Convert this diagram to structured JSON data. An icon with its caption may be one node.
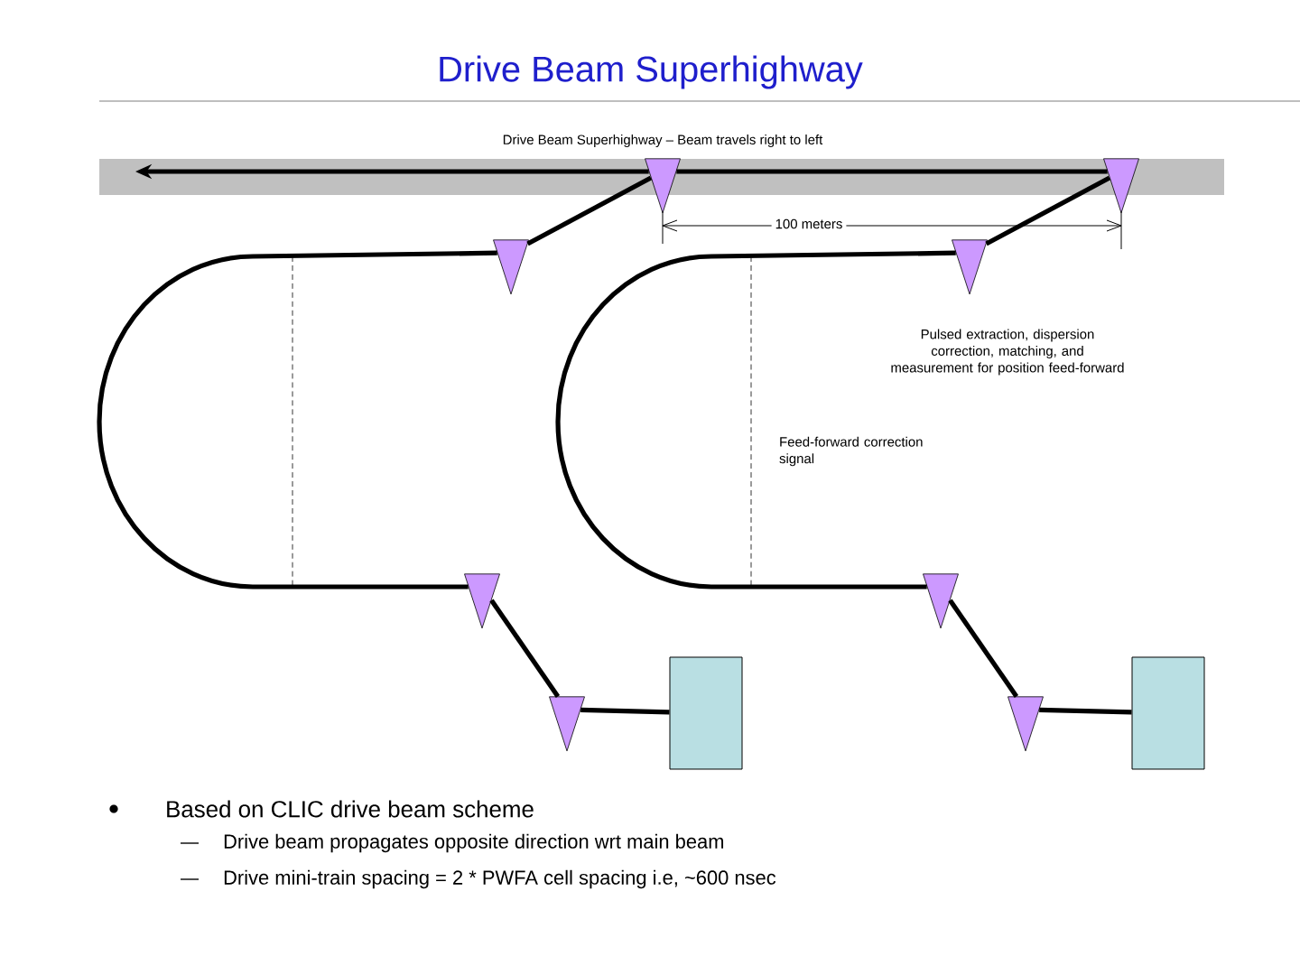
{
  "diagram": {
    "title": "Drive Beam Superhighway",
    "nodes": [
      {
        "text": [],
        "shape": "triangle"
      },
      {
        "text": [],
        "shape": "triangle"
      },
      {
        "text": [],
        "shape": "triangle"
      },
      {
        "text": [],
        "shape": "triangle"
      },
      {
        "text": [],
        "shape": "triangle"
      },
      {
        "text": [],
        "shape": "triangle"
      },
      {
        "text": [],
        "shape": "triangle"
      },
      {
        "text": [],
        "shape": "triangle"
      },
      {
        "text": [],
        "shape": "box"
      },
      {
        "text": [],
        "shape": "box"
      }
    ],
    "edges": [
      {
        "from": 1,
        "to": 0,
        "arrow": "none"
      },
      {
        "from": 0,
        "to": null,
        "arrow": "to"
      },
      {
        "from": 2,
        "to": 0,
        "arrow": "none"
      },
      {
        "from": 3,
        "to": 1,
        "arrow": "none"
      },
      {
        "from": 2,
        "to": 4,
        "arrow": "none"
      },
      {
        "from": 3,
        "to": 6,
        "arrow": "none"
      },
      {
        "from": 4,
        "to": 5,
        "arrow": "none"
      },
      {
        "from": 6,
        "to": 7,
        "arrow": "none"
      },
      {
        "from": 5,
        "to": 8,
        "arrow": "none"
      },
      {
        "from": 7,
        "to": 9,
        "arrow": "none"
      }
    ],
    "labels": [
      "Drive Beam Superhighway – Beam travels right to left",
      "100 meters",
      "Pulsed extraction, dispersion correction, matching, and measurement for position feed-forward",
      "Feed-forward correction signal",
      "Based on CLIC drive beam scheme",
      "Drive beam propagates opposite direction wrt main beam",
      "Drive mini-train spacing = 2 * PWFA cell spacing  i.e, ~600 nsec"
    ]
  }
}
